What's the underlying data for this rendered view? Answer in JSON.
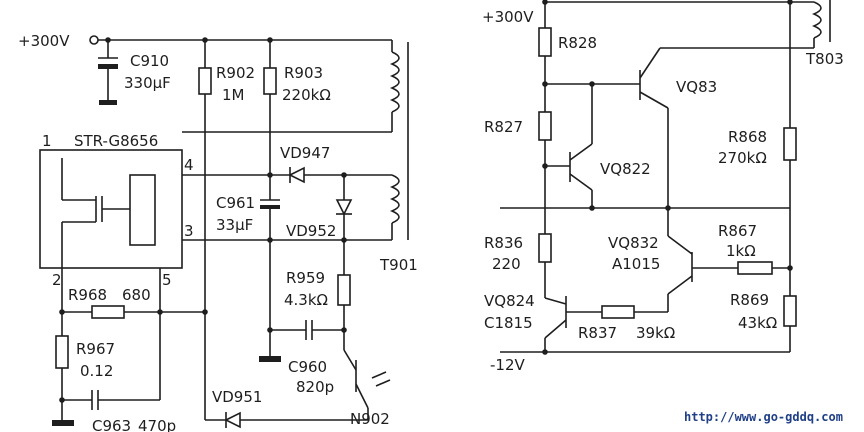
{
  "left_circuit": {
    "supply": "+300V",
    "c910": {
      "ref": "C910",
      "value": "330μF"
    },
    "r902": {
      "ref": "R902",
      "value": "1M"
    },
    "r903": {
      "ref": "R903",
      "value": "220kΩ"
    },
    "ic": {
      "ref": "STR-G8656",
      "pin1": "1",
      "pin2": "2",
      "pin3": "3",
      "pin4": "4",
      "pin5": "5"
    },
    "vd947": "VD947",
    "c961": {
      "ref": "C961",
      "value": "33μF"
    },
    "vd952": "VD952",
    "t901": "T901",
    "r959": {
      "ref": "R959",
      "value": "4.3kΩ"
    },
    "r968": {
      "ref": "R968",
      "value": "680"
    },
    "r967": {
      "ref": "R967",
      "value": "0.12"
    },
    "c960": {
      "ref": "C960",
      "value": "820p"
    },
    "vd951": "VD951",
    "n902": "N902",
    "c963": {
      "ref": "C963",
      "value": "470p"
    }
  },
  "right_circuit": {
    "supply": "+300V",
    "r828": "R828",
    "t803": "T803",
    "vq83": "VQ83",
    "r827": "R827",
    "vq822": "VQ822",
    "r868": {
      "ref": "R868",
      "value": "270kΩ"
    },
    "r836": {
      "ref": "R836",
      "value": "220"
    },
    "vq832": {
      "ref": "VQ832",
      "type": "A1015"
    },
    "r867": {
      "ref": "R867",
      "value": "1kΩ"
    },
    "r869": {
      "ref": "R869",
      "value": "43kΩ"
    },
    "vq824": {
      "ref": "VQ824",
      "type": "C1815"
    },
    "r837": {
      "ref": "R837",
      "value": "39kΩ"
    },
    "neg_supply": "-12V"
  },
  "watermark": "http://www.go-gddq.com"
}
